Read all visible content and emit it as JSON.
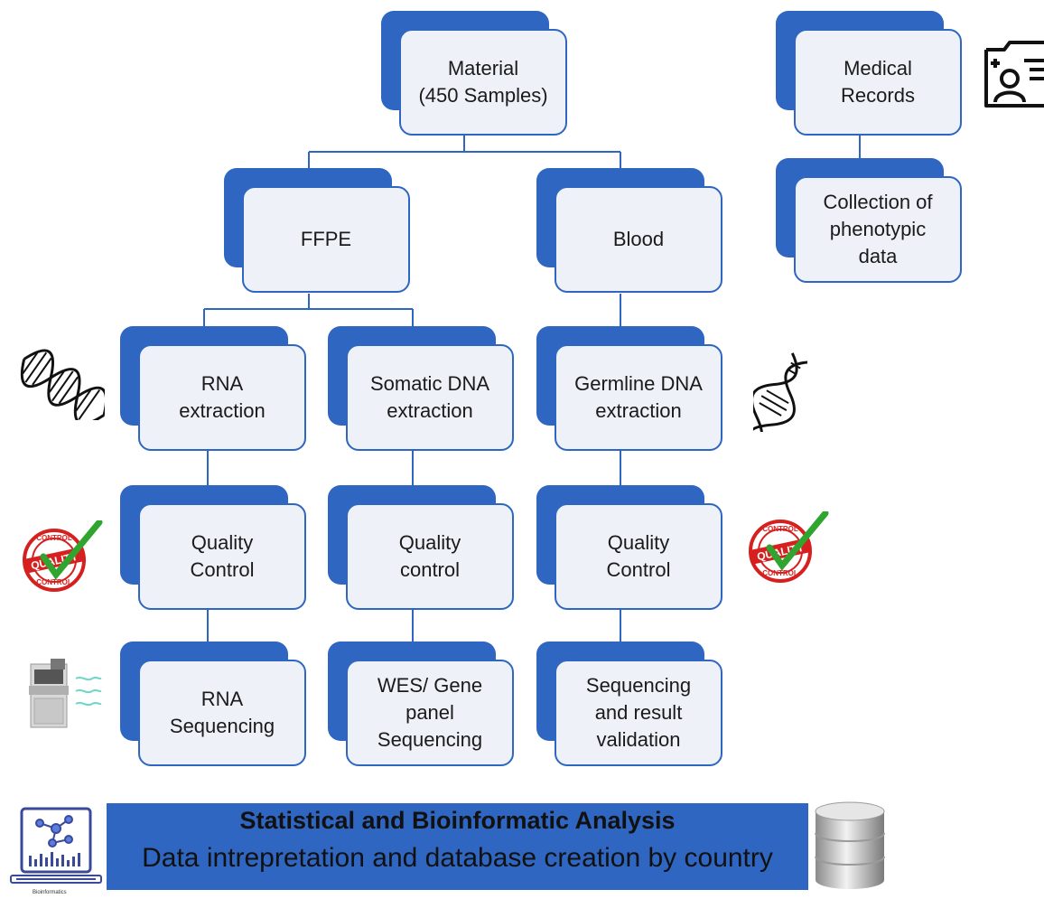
{
  "nodes": {
    "material": "Material\n(450 Samples)",
    "medical_records": "Medical\nRecords",
    "phenotypic": "Collection of\nphenotypic\ndata",
    "ffpe": "FFPE",
    "blood": "Blood",
    "rna_extraction": "RNA\nextraction",
    "somatic_dna": "Somatic DNA\nextraction",
    "germline_dna": "Germline DNA\nextraction",
    "qc_rna": "Quality\nControl",
    "qc_somatic": "Quality\ncontrol",
    "qc_germline": "Quality\nControl",
    "rna_seq": "RNA\nSequencing",
    "wes": "WES/ Gene\npanel\nSequencing",
    "seq_validation": "Sequencing\nand result\nvalidation"
  },
  "banner": {
    "title": "Statistical and Bioinformatic Analysis",
    "subtitle": "Data intrepretation and database creation by country"
  },
  "stamp": {
    "top": "CONTROL",
    "middle": "QUALITY",
    "bottom": "CONTROL"
  },
  "bioinformatics_caption": "Bioinformatics",
  "colors": {
    "box_back": "#2f66c1",
    "box_front": "#eef2f8",
    "connector": "#2f66c1",
    "banner": "#2f66c1",
    "stamp_red": "#d62020",
    "check_green": "#2fa52f"
  },
  "icons": [
    "patient-record-icon",
    "dna-helix-icon",
    "quality-control-stamp-icon",
    "sequencer-icon",
    "bioinformatics-monitor-icon",
    "database-icon"
  ]
}
